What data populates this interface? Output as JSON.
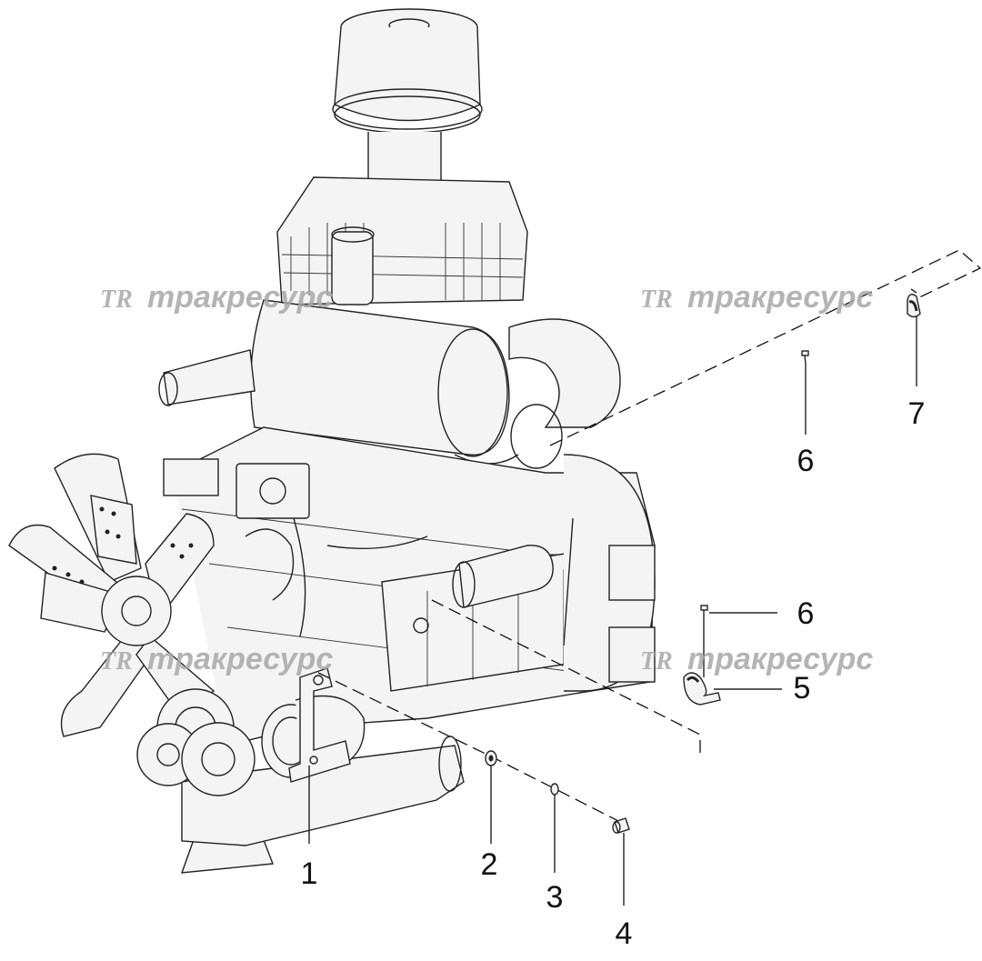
{
  "watermark": {
    "logo": "TR",
    "text": "тракресурс"
  },
  "callouts": [
    "1",
    "2",
    "3",
    "4",
    "5",
    "6",
    "6",
    "7"
  ]
}
